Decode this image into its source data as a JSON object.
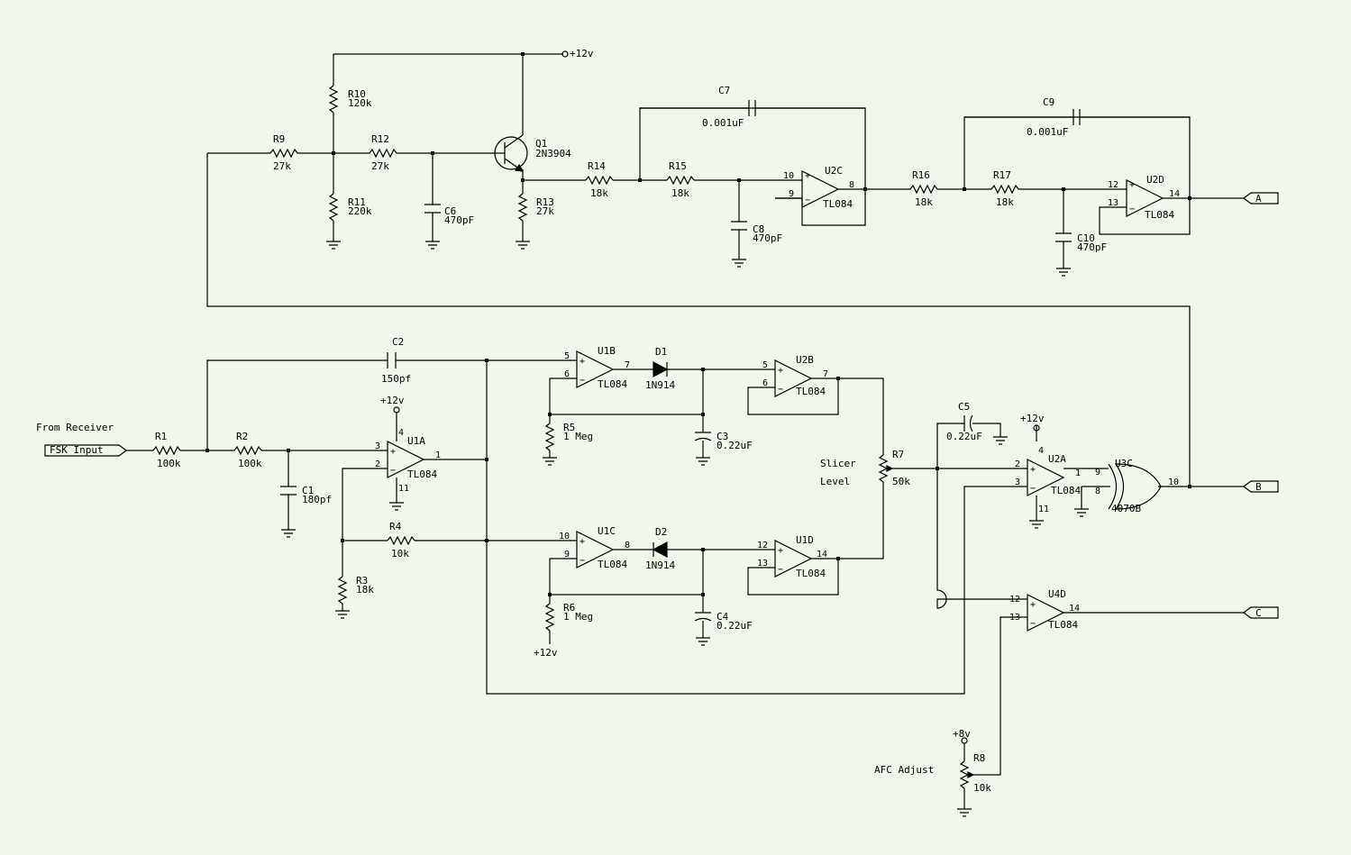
{
  "supply": {
    "v12_top": "+12v",
    "v12_u1": "+12v",
    "v12_u2": "+12v",
    "v12_r6": "+12v",
    "v8": "+8v"
  },
  "labels": {
    "from_receiver": "From Receiver",
    "fsk_input": "FSK Input",
    "slicer": "Slicer",
    "level": "Level",
    "afc_adjust": "AFC Adjust",
    "out_a": "A",
    "out_b": "B",
    "out_c": "C"
  },
  "parts": {
    "R1": {
      "ref": "R1",
      "val": "100k"
    },
    "R2": {
      "ref": "R2",
      "val": "100k"
    },
    "R3": {
      "ref": "R3",
      "val": "18k"
    },
    "R4": {
      "ref": "R4",
      "val": "10k"
    },
    "R5": {
      "ref": "R5",
      "val": "1 Meg"
    },
    "R6": {
      "ref": "R6",
      "val": "1 Meg"
    },
    "R7": {
      "ref": "R7",
      "val": "50k"
    },
    "R8": {
      "ref": "R8",
      "val": "10k"
    },
    "R9": {
      "ref": "R9",
      "val": "27k"
    },
    "R10": {
      "ref": "R10",
      "val": "120k"
    },
    "R11": {
      "ref": "R11",
      "val": "220k"
    },
    "R12": {
      "ref": "R12",
      "val": "27k"
    },
    "R13": {
      "ref": "R13",
      "val": "27k"
    },
    "R14": {
      "ref": "R14",
      "val": "18k"
    },
    "R15": {
      "ref": "R15",
      "val": "18k"
    },
    "R16": {
      "ref": "R16",
      "val": "18k"
    },
    "R17": {
      "ref": "R17",
      "val": "18k"
    },
    "C1": {
      "ref": "C1",
      "val": "180pf"
    },
    "C2": {
      "ref": "C2",
      "val": "150pf"
    },
    "C3": {
      "ref": "C3",
      "val": "0.22uF"
    },
    "C4": {
      "ref": "C4",
      "val": "0.22uF"
    },
    "C5": {
      "ref": "C5",
      "val": "0.22uF"
    },
    "C6": {
      "ref": "C6",
      "val": "470pF"
    },
    "C7": {
      "ref": "C7",
      "val": "0.001uF"
    },
    "C8": {
      "ref": "C8",
      "val": "470pF"
    },
    "C9": {
      "ref": "C9",
      "val": "0.001uF"
    },
    "C10": {
      "ref": "C10",
      "val": "470pF"
    },
    "D1": {
      "ref": "D1",
      "val": "1N914"
    },
    "D2": {
      "ref": "D2",
      "val": "1N914"
    },
    "Q1": {
      "ref": "Q1",
      "val": "2N3904"
    },
    "U1A": {
      "ref": "U1A",
      "val": "TL084"
    },
    "U1B": {
      "ref": "U1B",
      "val": "TL084"
    },
    "U1C": {
      "ref": "U1C",
      "val": "TL084"
    },
    "U1D": {
      "ref": "U1D",
      "val": "TL084"
    },
    "U2A": {
      "ref": "U2A",
      "val": "TL084"
    },
    "U2B": {
      "ref": "U2B",
      "val": "TL084"
    },
    "U2C": {
      "ref": "U2C",
      "val": "TL084"
    },
    "U2D": {
      "ref": "U2D",
      "val": "TL084"
    },
    "U3C": {
      "ref": "U3C",
      "val": "4070B"
    },
    "U4D": {
      "ref": "U4D",
      "val": "TL084"
    }
  },
  "pins": {
    "U1A": {
      "p": "3",
      "n": "2",
      "o": "1",
      "vp": "4",
      "vn": "11"
    },
    "U1B": {
      "p": "5",
      "n": "6",
      "o": "7"
    },
    "U1C": {
      "p": "10",
      "n": "9",
      "o": "8"
    },
    "U1D": {
      "p": "12",
      "n": "13",
      "o": "14"
    },
    "U2A": {
      "p": "2",
      "n": "3",
      "o": "1",
      "vp": "4",
      "vn": "11"
    },
    "U2B": {
      "p": "5",
      "n": "6",
      "o": "7"
    },
    "U2C": {
      "p": "10",
      "n": "9",
      "o": "8"
    },
    "U2D": {
      "p": "12",
      "n": "13",
      "o": "14"
    },
    "U4D": {
      "p": "12",
      "n": "13",
      "o": "14"
    },
    "U3C": {
      "a": "9",
      "b": "8",
      "o": "10"
    }
  }
}
